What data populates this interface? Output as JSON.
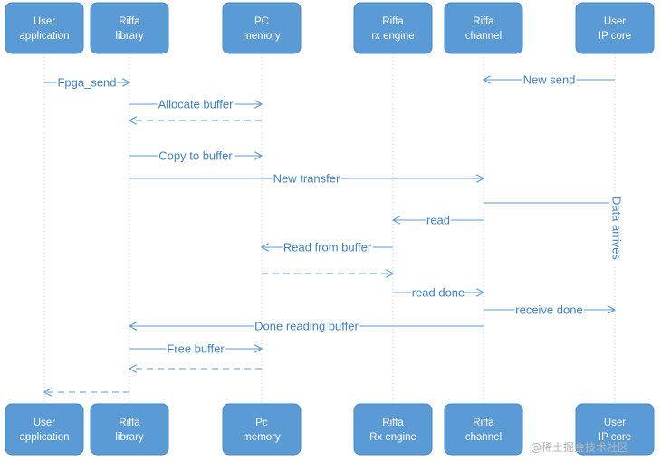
{
  "participants_top": [
    {
      "id": "user_app",
      "line1": "User",
      "line2": "application"
    },
    {
      "id": "riffa_lib",
      "line1": "Riffa",
      "line2": "library"
    },
    {
      "id": "pc_mem",
      "line1": "PC",
      "line2": "memory"
    },
    {
      "id": "rx_engine",
      "line1": "Riffa",
      "line2": "rx engine"
    },
    {
      "id": "riffa_chan",
      "line1": "Riffa",
      "line2": "channel"
    },
    {
      "id": "user_ip",
      "line1": "User",
      "line2": "IP core"
    }
  ],
  "participants_bottom": [
    {
      "id": "user_app",
      "line1": "User",
      "line2": "application"
    },
    {
      "id": "riffa_lib",
      "line1": "Riffa",
      "line2": "library"
    },
    {
      "id": "pc_mem",
      "line1": "Pc",
      "line2": "memory"
    },
    {
      "id": "rx_engine",
      "line1": "Riffa",
      "line2": "Rx engine"
    },
    {
      "id": "riffa_chan",
      "line1": "Riffa",
      "line2": "channel"
    },
    {
      "id": "user_ip",
      "line1": "User",
      "line2": "IP core"
    }
  ],
  "messages": [
    {
      "id": "fpga-send",
      "from": "user_app",
      "to": "riffa_lib",
      "label": "Fpga_send",
      "style": "solid"
    },
    {
      "id": "new-send",
      "from": "user_ip",
      "to": "riffa_chan",
      "label": "New send",
      "style": "solid"
    },
    {
      "id": "allocate-buffer",
      "from": "riffa_lib",
      "to": "pc_mem",
      "label": "Allocate buffer",
      "style": "solid"
    },
    {
      "id": "allocate-return",
      "from": "pc_mem",
      "to": "riffa_lib",
      "label": "",
      "style": "dashed"
    },
    {
      "id": "copy-to-buffer",
      "from": "riffa_lib",
      "to": "pc_mem",
      "label": "Copy to buffer",
      "style": "solid"
    },
    {
      "id": "new-transfer",
      "from": "riffa_lib",
      "to": "riffa_chan",
      "label": "New transfer",
      "style": "solid"
    },
    {
      "id": "read",
      "from": "riffa_chan",
      "to": "rx_engine",
      "label": "read",
      "style": "solid"
    },
    {
      "id": "read-from-buffer",
      "from": "rx_engine",
      "to": "pc_mem",
      "label": "Read from buffer",
      "style": "solid"
    },
    {
      "id": "read-return",
      "from": "pc_mem",
      "to": "rx_engine",
      "label": "",
      "style": "dashed"
    },
    {
      "id": "read-done",
      "from": "rx_engine",
      "to": "riffa_chan",
      "label": "read done",
      "style": "solid"
    },
    {
      "id": "receive-done",
      "from": "riffa_chan",
      "to": "user_ip",
      "label": "receive done",
      "style": "solid"
    },
    {
      "id": "done-reading-buffer",
      "from": "riffa_chan",
      "to": "riffa_lib",
      "label": "Done reading buffer",
      "style": "solid"
    },
    {
      "id": "free-buffer",
      "from": "riffa_lib",
      "to": "pc_mem",
      "label": "Free buffer",
      "style": "solid"
    },
    {
      "id": "free-return",
      "from": "pc_mem",
      "to": "riffa_lib",
      "label": "",
      "style": "dashed"
    },
    {
      "id": "send-return",
      "from": "riffa_lib",
      "to": "user_app",
      "label": "",
      "style": "dashed"
    }
  ],
  "data_arrives": {
    "from": "riffa_chan",
    "to": "user_ip",
    "label": "Data arrives"
  },
  "watermark": "@稀土掘金技术社区",
  "colors": {
    "box_fill": "#5b9bd5",
    "box_stroke": "#4a86c5",
    "line": "#5b9bd5",
    "text": "#3f7fc4"
  }
}
